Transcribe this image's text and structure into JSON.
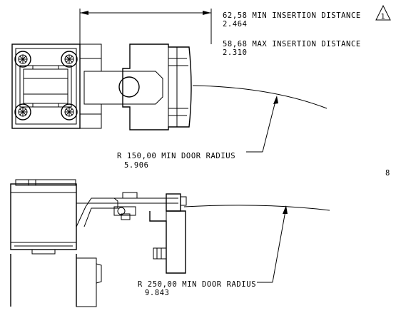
{
  "dimensions": {
    "insertion_min": {
      "metric": "62,58 MIN INSERTION DISTANCE",
      "inch": "2.464",
      "revision_flag": "1"
    },
    "insertion_max": {
      "metric": "58,68 MAX INSERTION DISTANCE",
      "inch": "2.310"
    },
    "door_radius_min_150": {
      "metric": "R 150,00 MIN DOOR RADIUS",
      "inch": "5.906"
    },
    "door_radius_min_250": {
      "metric": "R 250,00 MIN DOOR RADIUS",
      "inch": "9.843"
    }
  },
  "sheet": {
    "zone_number": "8"
  }
}
